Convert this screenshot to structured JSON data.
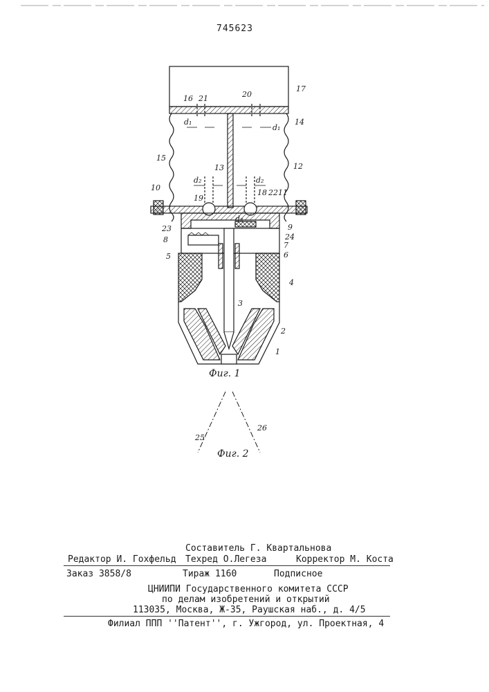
{
  "header": {
    "patent_number": "745623"
  },
  "figures": {
    "fig1": {
      "caption": "Фиг. 1",
      "labels": [
        "1",
        "2",
        "3",
        "4",
        "5",
        "6",
        "7",
        "8",
        "9",
        "10",
        "11",
        "12",
        "13",
        "14",
        "15",
        "16",
        "17",
        "18",
        "19",
        "20",
        "21",
        "22",
        "23",
        "24"
      ],
      "dims": {
        "d1": "d1",
        "d2": "d2",
        "d3": "d3"
      }
    },
    "fig2": {
      "caption": "Фиг. 2",
      "labels": [
        "25",
        "26"
      ]
    }
  },
  "colophon": {
    "compiler": "Составитель Г. Квартальнова",
    "editor": "Редактор И. Гохфельд",
    "techred": "Техред О.Легеза",
    "corrector": "Корректор М. Коста",
    "order": "Заказ 3858/8",
    "circulation": "Тираж 1160",
    "subscription": "Подписное",
    "org_line1": "ЦНИИПИ Государственного комитета СССР",
    "org_line2": "по делам изобретений и открытий",
    "address": "113035, Москва, Ж-35, Раушская наб., д. 4/5",
    "branch": "Филиал ППП ''Патент'', г. Ужгород, ул. Проектная, 4"
  }
}
